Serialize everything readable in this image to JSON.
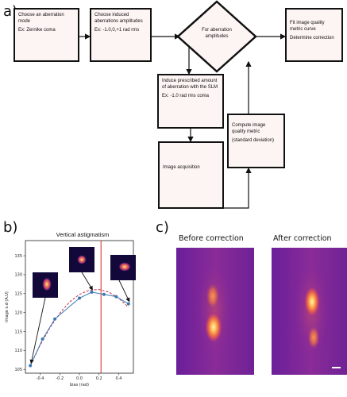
{
  "panels": {
    "a": "a)",
    "b": "b)",
    "c": "c)"
  },
  "flow": {
    "box1": {
      "line1": "Choose an aberration mode",
      "line2": "Ex: Zernike coma"
    },
    "box2": {
      "line1": "Choose induced aberrations amplitudes",
      "line2": "Ex: -1.0,0,+1 rad rms"
    },
    "diamond": "For aberration amplitudes",
    "box3": {
      "line1": "Fit image quality metric curve",
      "line2": "Determine correction"
    },
    "box4": {
      "line1": "Induce prescribed amount of aberration with the SLM",
      "line2": "Ex: -1.0 rad rms coma"
    },
    "box5": {
      "line1": "Compute image quality metric",
      "line2": "(standard deviation)"
    },
    "box6": {
      "line1": "Image acquisition"
    }
  },
  "chart_data": {
    "type": "scatter",
    "title": "Vertical astigmatism",
    "xlabel": "bias (rad)",
    "ylabel": "Image s.d (A.U)",
    "xlim": [
      -0.55,
      0.55
    ],
    "ylim": [
      104,
      139
    ],
    "xticks": [
      -0.4,
      -0.2,
      0.0,
      0.2,
      0.4
    ],
    "yticks": [
      105,
      110,
      115,
      120,
      125,
      130,
      135
    ],
    "series": [
      {
        "x": [
          -0.5,
          -0.375,
          -0.25,
          0.0,
          0.125,
          0.25,
          0.375,
          0.5
        ],
        "y": [
          106.0,
          113.0,
          118.3,
          123.8,
          125.4,
          124.8,
          124.2,
          122.3
        ],
        "color": "#3a78b5"
      },
      {
        "style": "dashed",
        "color": "#c0304a",
        "x": [
          -0.5,
          -0.4,
          -0.3,
          -0.2,
          -0.1,
          0.0,
          0.1,
          0.2,
          0.3,
          0.4,
          0.5
        ],
        "y": [
          106.0,
          111.4,
          116.0,
          119.8,
          122.8,
          124.8,
          125.9,
          126.1,
          125.4,
          123.8,
          121.4
        ]
      }
    ],
    "vline": {
      "x": 0.22,
      "color": "#d62728"
    },
    "grid": false
  },
  "heatmaps": {
    "before_title": "Before correction",
    "after_title": "After correction"
  }
}
